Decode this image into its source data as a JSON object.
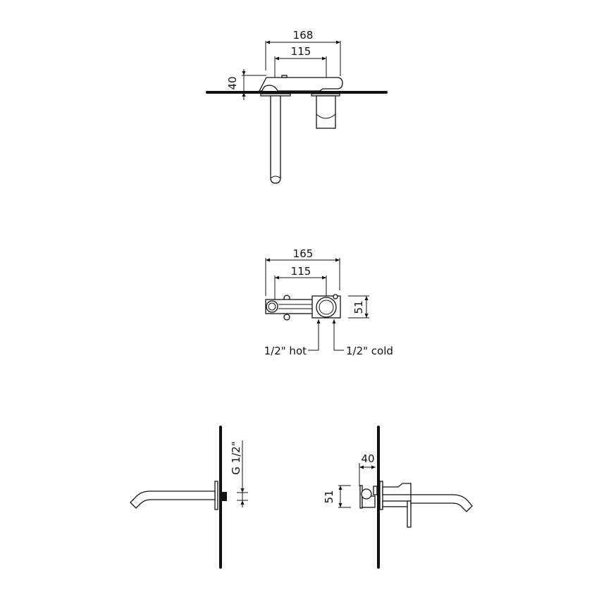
{
  "drawing": {
    "top_view": {
      "dim_overall": "168",
      "dim_centers": "115",
      "dim_height": "40"
    },
    "body_view": {
      "dim_overall": "165",
      "dim_centers": "115",
      "dim_height": "51",
      "inlet_hot_label": "1/2\" hot",
      "inlet_cold_label": "1/2\" cold"
    },
    "side_left_view": {
      "thread_label": "G 1/2\""
    },
    "side_right_view": {
      "dim_depth": "40",
      "dim_height": "51"
    },
    "colors": {
      "line": "#111111",
      "background": "#ffffff"
    }
  }
}
